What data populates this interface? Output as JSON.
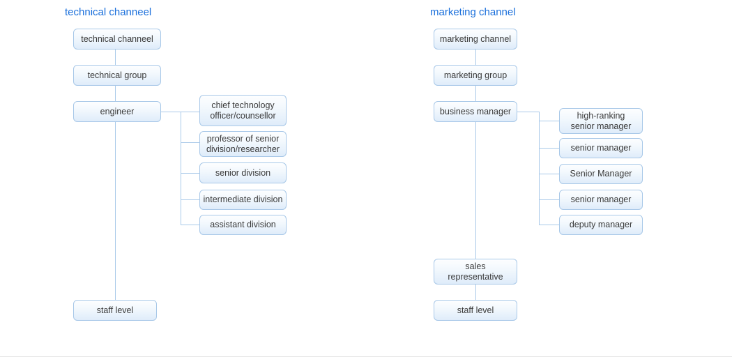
{
  "columns": [
    {
      "id": "technical",
      "title": "technical channeel",
      "chain": [
        {
          "label": "technical channeel"
        },
        {
          "label": "technical group"
        },
        {
          "label": "engineer"
        },
        {
          "label": "staff level"
        }
      ],
      "children": [
        {
          "label": "chief technology\nofficer/counsellor"
        },
        {
          "label": "professor of senior\ndivision/researcher"
        },
        {
          "label": "senior division"
        },
        {
          "label": "intermediate division"
        },
        {
          "label": "assistant division"
        }
      ]
    },
    {
      "id": "marketing",
      "title": "marketing channel",
      "chain": [
        {
          "label": "marketing channel"
        },
        {
          "label": "marketing group"
        },
        {
          "label": "business manager"
        },
        {
          "label": "sales\nrepresentative"
        },
        {
          "label": "staff level"
        }
      ],
      "children": [
        {
          "label": "high-ranking\nsenior manager"
        },
        {
          "label": "senior manager"
        },
        {
          "label": "Senior Manager"
        },
        {
          "label": "senior manager"
        },
        {
          "label": "deputy manager"
        }
      ]
    }
  ],
  "colors": {
    "title": "#1a6fdb",
    "node_border": "#a8c8e8",
    "node_text": "#3a3a3a",
    "connector": "#a9c9e9",
    "divider": "#e4e4e4",
    "background": "#ffffff"
  }
}
